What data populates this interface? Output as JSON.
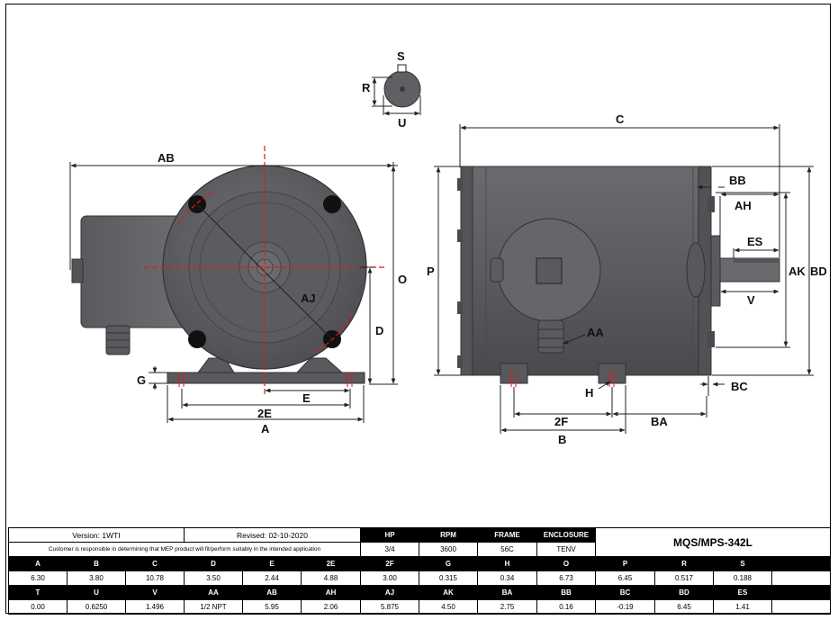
{
  "drawing": {
    "labels": {
      "S": "S",
      "R": "R",
      "U": "U",
      "C": "C",
      "AB": "AB",
      "BB": "BB",
      "AH": "AH",
      "ES": "ES",
      "AK": "AK",
      "BD": "BD",
      "P": "P",
      "O": "O",
      "AJ": "AJ",
      "V": "V",
      "D": "D",
      "AA": "AA",
      "G": "G",
      "E": "E",
      "H": "H",
      "BC": "BC",
      "2E": "2E",
      "2F": "2F",
      "BA": "BA",
      "A": "A",
      "B": "B"
    },
    "colors": {
      "motor_body": "#5f5f63",
      "motor_dark": "#3e3e42",
      "motor_light": "#7a7a7e",
      "centerline": "#e11a1a",
      "dimension": "#222222"
    }
  },
  "info": {
    "version": "Version: 1WTI",
    "revised": "Revised: 02-10-2020",
    "disclaimer": "Customer is responsible in determining that MEP product will fit/perform suitably in the intended application",
    "model": "MQS/MPS-342L"
  },
  "specs": {
    "headers": [
      "HP",
      "RPM",
      "FRAME",
      "ENCLOSURE"
    ],
    "values": [
      "3/4",
      "3600",
      "56C",
      "TENV"
    ]
  },
  "dimensions": {
    "row1_headers": [
      "A",
      "B",
      "C",
      "D",
      "E",
      "2E",
      "2F",
      "G",
      "H",
      "O",
      "P",
      "R",
      "S",
      ""
    ],
    "row1_values": [
      "6.30",
      "3.80",
      "10.78",
      "3.50",
      "2.44",
      "4.88",
      "3.00",
      "0.315",
      "0.34",
      "6.73",
      "6.45",
      "0.517",
      "0.188",
      ""
    ],
    "row2_headers": [
      "T",
      "U",
      "V",
      "AA",
      "AB",
      "AH",
      "AJ",
      "AK",
      "BA",
      "BB",
      "BC",
      "BD",
      "ES",
      ""
    ],
    "row2_values": [
      "0.00",
      "0.6250",
      "1.496",
      "1/2 NPT",
      "5.95",
      "2.06",
      "5.875",
      "4.50",
      "2.75",
      "0.16",
      "-0.19",
      "6.45",
      "1.41",
      ""
    ]
  }
}
